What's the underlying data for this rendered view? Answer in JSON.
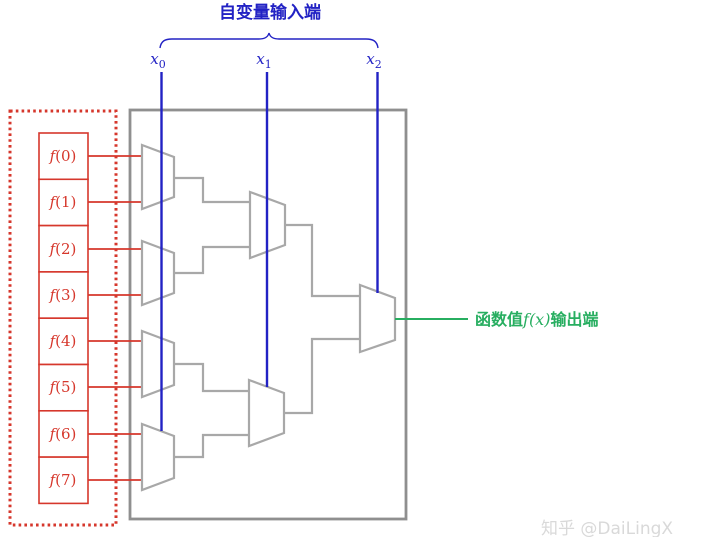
{
  "title": "自变量输入端",
  "inputs": [
    {
      "base": "x",
      "sub": "0"
    },
    {
      "base": "x",
      "sub": "1"
    },
    {
      "base": "x",
      "sub": "2"
    }
  ],
  "function_values": {
    "items": [
      {
        "fn": "f",
        "arg": "(0)"
      },
      {
        "fn": "f",
        "arg": "(1)"
      },
      {
        "fn": "f",
        "arg": "(2)"
      },
      {
        "fn": "f",
        "arg": "(3)"
      },
      {
        "fn": "f",
        "arg": "(4)"
      },
      {
        "fn": "f",
        "arg": "(5)"
      },
      {
        "fn": "f",
        "arg": "(6)"
      },
      {
        "fn": "f",
        "arg": "(7)"
      }
    ]
  },
  "output_label": {
    "prefix": "函数值",
    "fx": "f(x)",
    "suffix": "输出端"
  },
  "watermark": "知乎 @DaiLingX",
  "colors": {
    "blue": "#2222c4",
    "red": "#d6372c",
    "green": "#27ae60",
    "box_gray": "#8f8f8f",
    "wire_gray": "#a8a8a8",
    "watermark_gray": "#d9d9d9"
  }
}
